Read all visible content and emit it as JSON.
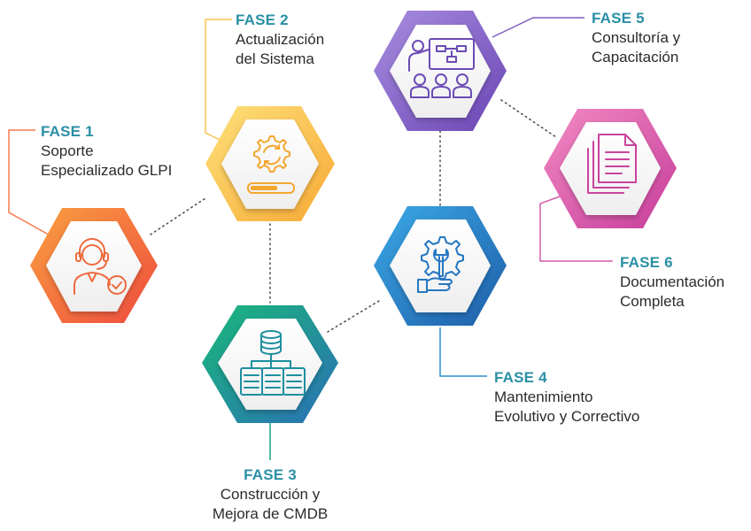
{
  "phases": [
    {
      "title": "FASE 1",
      "lines": [
        "Soporte",
        "Especializado GLPI"
      ],
      "icon": "support-agent-icon",
      "colors": [
        "#f9a040",
        "#ef4b3e"
      ],
      "line_color": "#f57c4f"
    },
    {
      "title": "FASE 2",
      "lines": [
        "Actualización",
        "del Sistema"
      ],
      "icon": "gear-update-icon",
      "colors": [
        "#fde07a",
        "#f7a935"
      ],
      "line_color": "#f9c24f"
    },
    {
      "title": "FASE 3",
      "lines": [
        "Construcción y",
        "Mejora de CMDB"
      ],
      "icon": "database-servers-icon",
      "colors": [
        "#19b978",
        "#2b6fb6"
      ],
      "line_color": "#1e9f86"
    },
    {
      "title": "FASE 4",
      "lines": [
        "Mantenimiento",
        "Evolutivo y Correctivo"
      ],
      "icon": "gear-wrench-icon",
      "colors": [
        "#3ba9e6",
        "#1e5da8"
      ],
      "line_color": "#2f8fcf"
    },
    {
      "title": "FASE 5",
      "lines": [
        "Consultoría y",
        "Capacitación"
      ],
      "icon": "training-presentation-icon",
      "colors": [
        "#a88ee0",
        "#6a45b4"
      ],
      "line_color": "#7c5cc0"
    },
    {
      "title": "FASE 6",
      "lines": [
        "Documentación",
        "Completa"
      ],
      "icon": "documents-icon",
      "colors": [
        "#f28ac3",
        "#c63d9a"
      ],
      "line_color": "#d35fa9"
    }
  ],
  "title_color": "#2a8fa5"
}
